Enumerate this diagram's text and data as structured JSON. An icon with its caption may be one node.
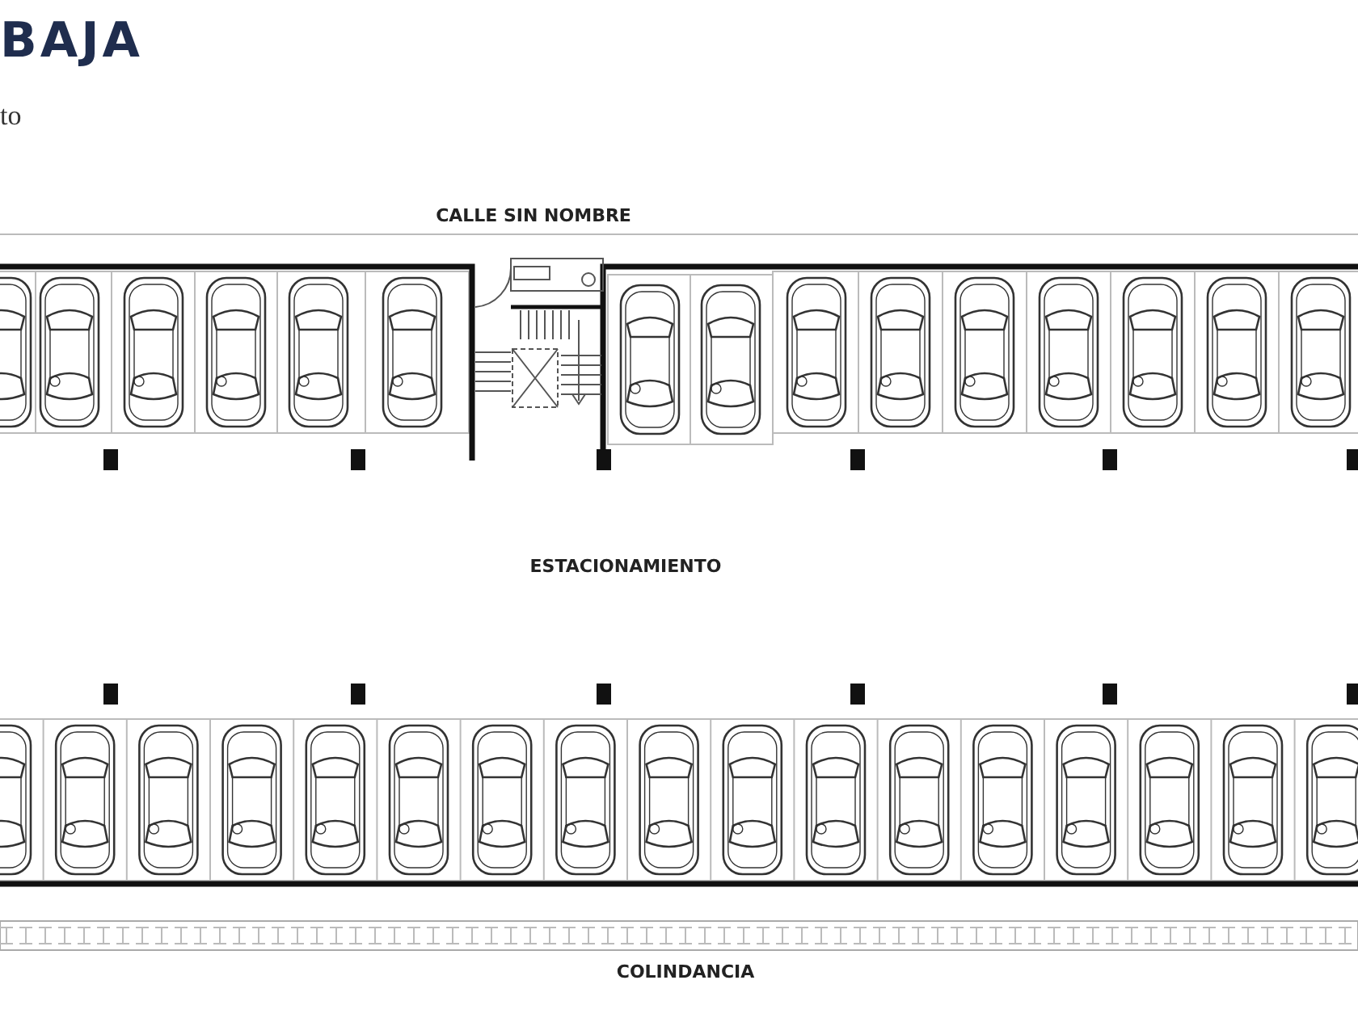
{
  "diagram": {
    "title": "BAJA",
    "labels": [
      "to",
      "CALLE SIN NOMBRE",
      "ESTACIONAMIENTO",
      "COLINDANCIA"
    ]
  }
}
